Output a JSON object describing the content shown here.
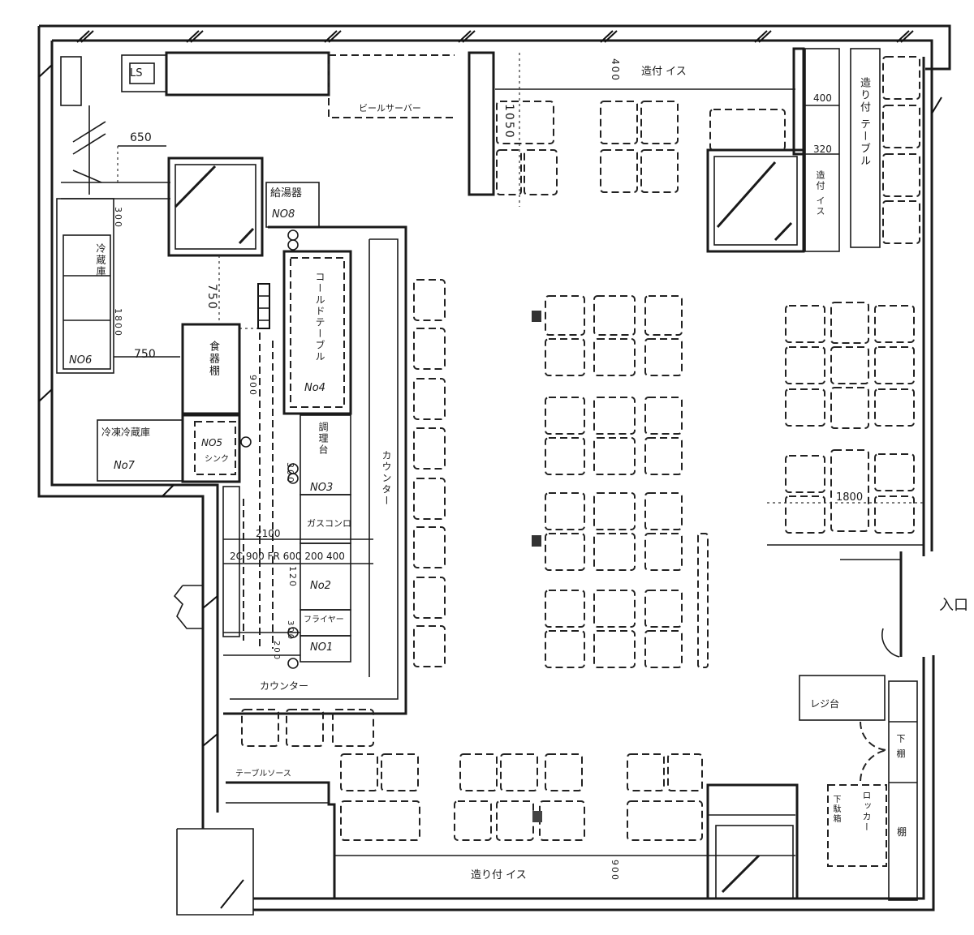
{
  "plan": {
    "entrance": "入口",
    "rooms": {
      "ls": "LS",
      "beer_server": "ビールサーバー",
      "hot_water": "給湯器",
      "no8": "NO8",
      "no6": "NO6",
      "sink_shelf": "冷蔵庫",
      "dish_shelf": "食器棚",
      "no7_label": "冷凍冷蔵庫",
      "no7": "No7",
      "no5": "NO5",
      "no5_sub": "シンク",
      "cold_table": "コールドテーブル",
      "no4": "No4",
      "prep_table": "調理台",
      "no3": "NO3",
      "gas_range": "ガスコンロ",
      "no2": "No2",
      "fryer": "フライヤー",
      "no1": "NO1",
      "counter_inner": "カウンター",
      "counter_outer": "カウンター",
      "table_sauce": "テーブルソース",
      "built_in_bench_top": "造付 イス",
      "built_in_table_right": "造り付 テーブル",
      "built_in_bench_right": "造付 イス",
      "built_in_bench_bottom": "造り付 イス",
      "register": "レジ台",
      "shelf": "下 棚",
      "locker": "ロッカー",
      "shoe_box": "下駄箱",
      "cabinet": "棚"
    },
    "dimensions": {
      "d650": "650",
      "d400_top": "400",
      "d1050": "1050",
      "d400_right": "400",
      "d320": "320",
      "d300": "300",
      "d1800_left": "1800",
      "d750_h": "750",
      "d750_v": "750",
      "d900": "900",
      "d300b": "300",
      "d2100": "2100",
      "d_row": "2C  900  FR  600  200  400",
      "d120": "120",
      "d300c": "300",
      "d200": "200",
      "d1800_right": "1800",
      "d900_bottom": "900"
    }
  }
}
